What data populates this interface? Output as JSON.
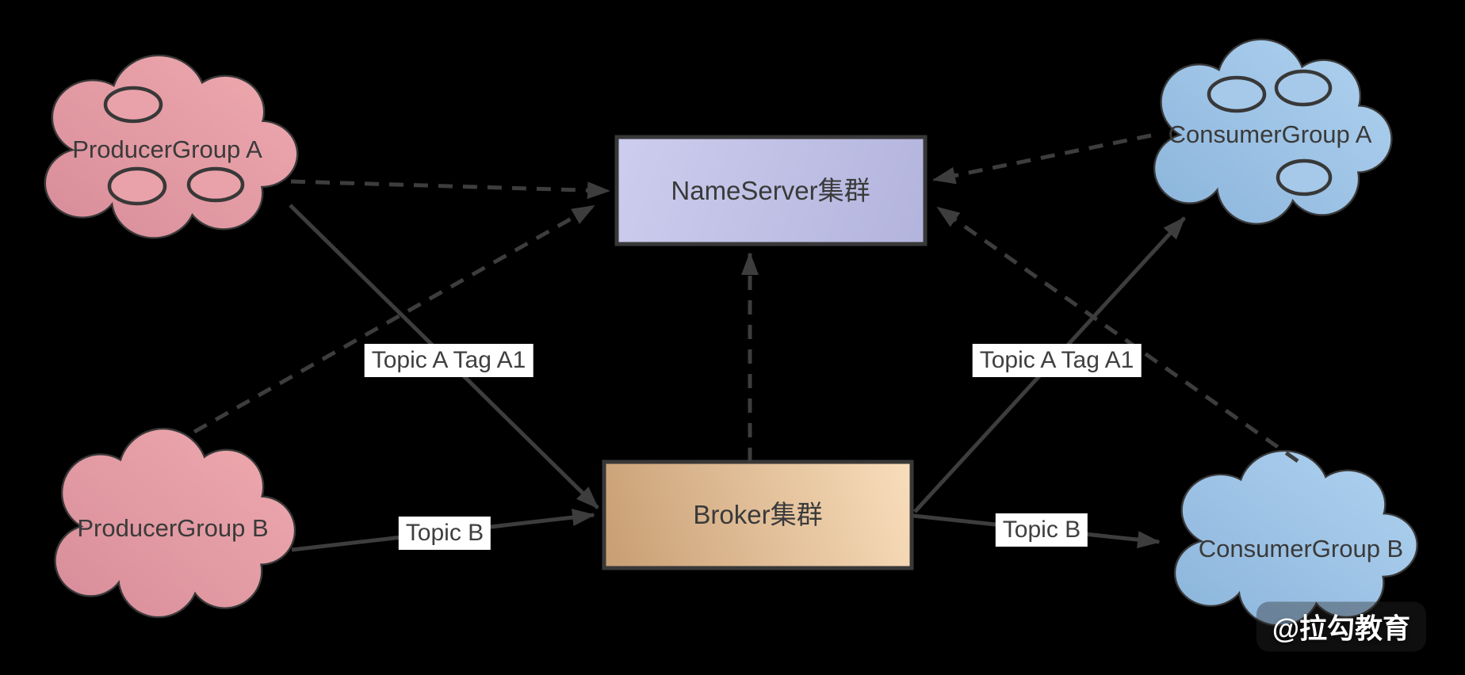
{
  "diagram": {
    "nodes": {
      "producer_a": {
        "label": "ProducerGroup A"
      },
      "producer_b": {
        "label": "ProducerGroup B"
      },
      "nameserver": {
        "label": "NameServer集群"
      },
      "broker": {
        "label": "Broker集群"
      },
      "consumer_a": {
        "label": "ConsumerGroup A"
      },
      "consumer_b": {
        "label": "ConsumerGroup B"
      }
    },
    "edge_labels": {
      "topic_a_left": "Topic A Tag A1",
      "topic_b_left": "Topic B",
      "topic_a_right": "Topic A Tag A1",
      "topic_b_right": "Topic B"
    },
    "watermark": "@拉勾教育"
  },
  "colors": {
    "background": "#000000",
    "outline": "#383838",
    "arrow": "#3d3d3d",
    "producer_cloud_light": "#eca6ac",
    "producer_cloud_dark": "#d88e9a",
    "producer_ellipse": "#e9a2a9",
    "consumer_cloud_light": "#abceed",
    "consumer_cloud_dark": "#8db6dc",
    "consumer_ellipse": "#a6c9e9",
    "nameserver_light": "#cdcdee",
    "nameserver_dark": "#b3b4dd",
    "broker_dark": "#c89e73",
    "broker_light": "#f9debc",
    "edge_label_bg": "#ffffff",
    "edge_label_text": "#3f3f3f",
    "watermark_text": "#ffffff"
  }
}
